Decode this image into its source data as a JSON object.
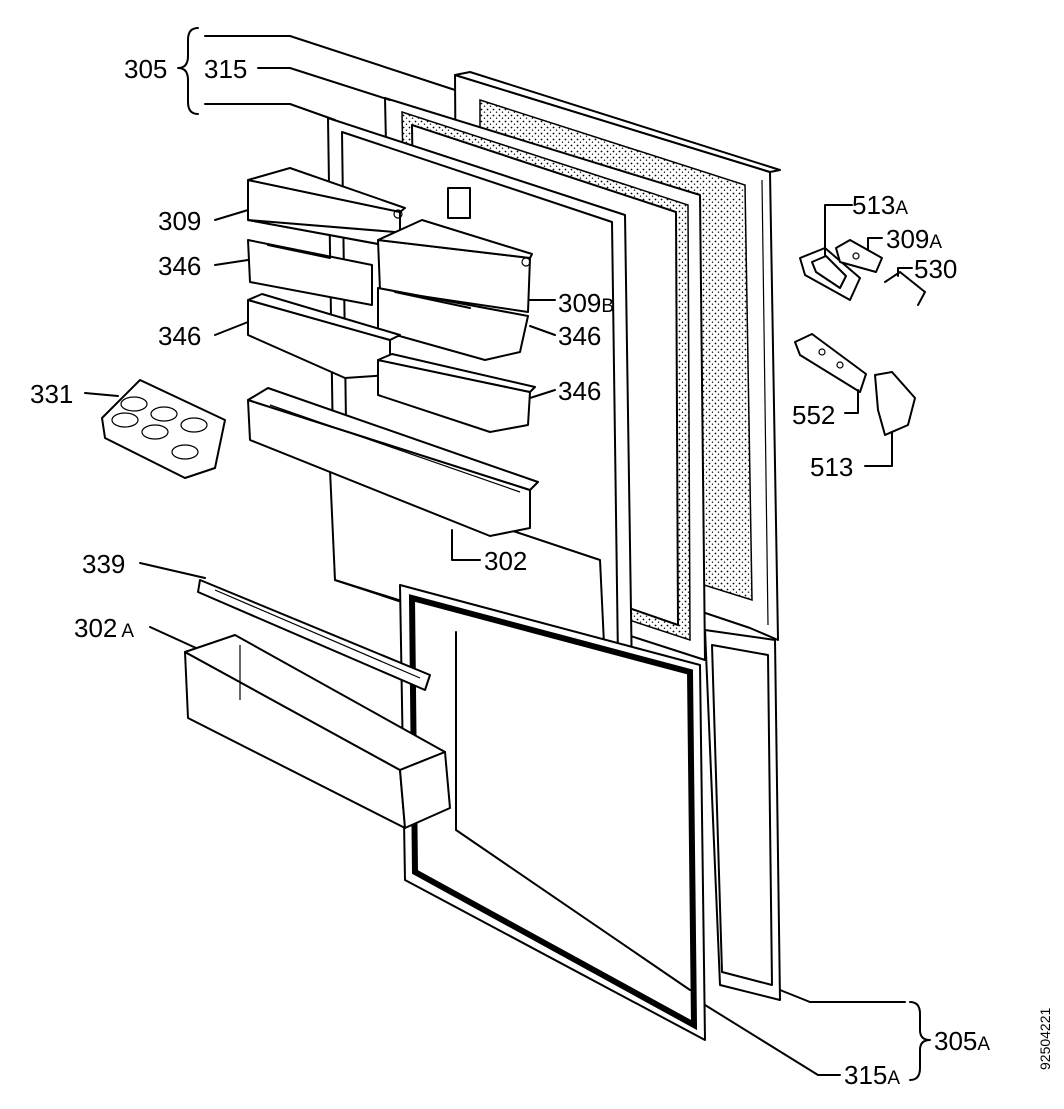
{
  "labels": {
    "l305": {
      "main": "305",
      "suf": ""
    },
    "l315": {
      "main": "315",
      "suf": ""
    },
    "l309": {
      "main": "309",
      "suf": ""
    },
    "l346a": {
      "main": "346",
      "suf": ""
    },
    "l346b": {
      "main": "346",
      "suf": ""
    },
    "l309b": {
      "main": "309",
      "suf": "B"
    },
    "l346c": {
      "main": "346",
      "suf": ""
    },
    "l346d": {
      "main": "346",
      "suf": ""
    },
    "l331": {
      "main": "331",
      "suf": ""
    },
    "l302": {
      "main": "302",
      "suf": ""
    },
    "l339": {
      "main": "339",
      "suf": ""
    },
    "l302a": {
      "main": "302",
      "suf": "A"
    },
    "l513a": {
      "main": "513",
      "suf": "A"
    },
    "l309a": {
      "main": "309",
      "suf": "A"
    },
    "l530": {
      "main": "530",
      "suf": ""
    },
    "l552": {
      "main": "552",
      "suf": ""
    },
    "l513": {
      "main": "513",
      "suf": ""
    },
    "l305a": {
      "main": "305",
      "suf": "A"
    },
    "l315a": {
      "main": "315",
      "suf": "A"
    }
  },
  "drawing_code": "92504221"
}
